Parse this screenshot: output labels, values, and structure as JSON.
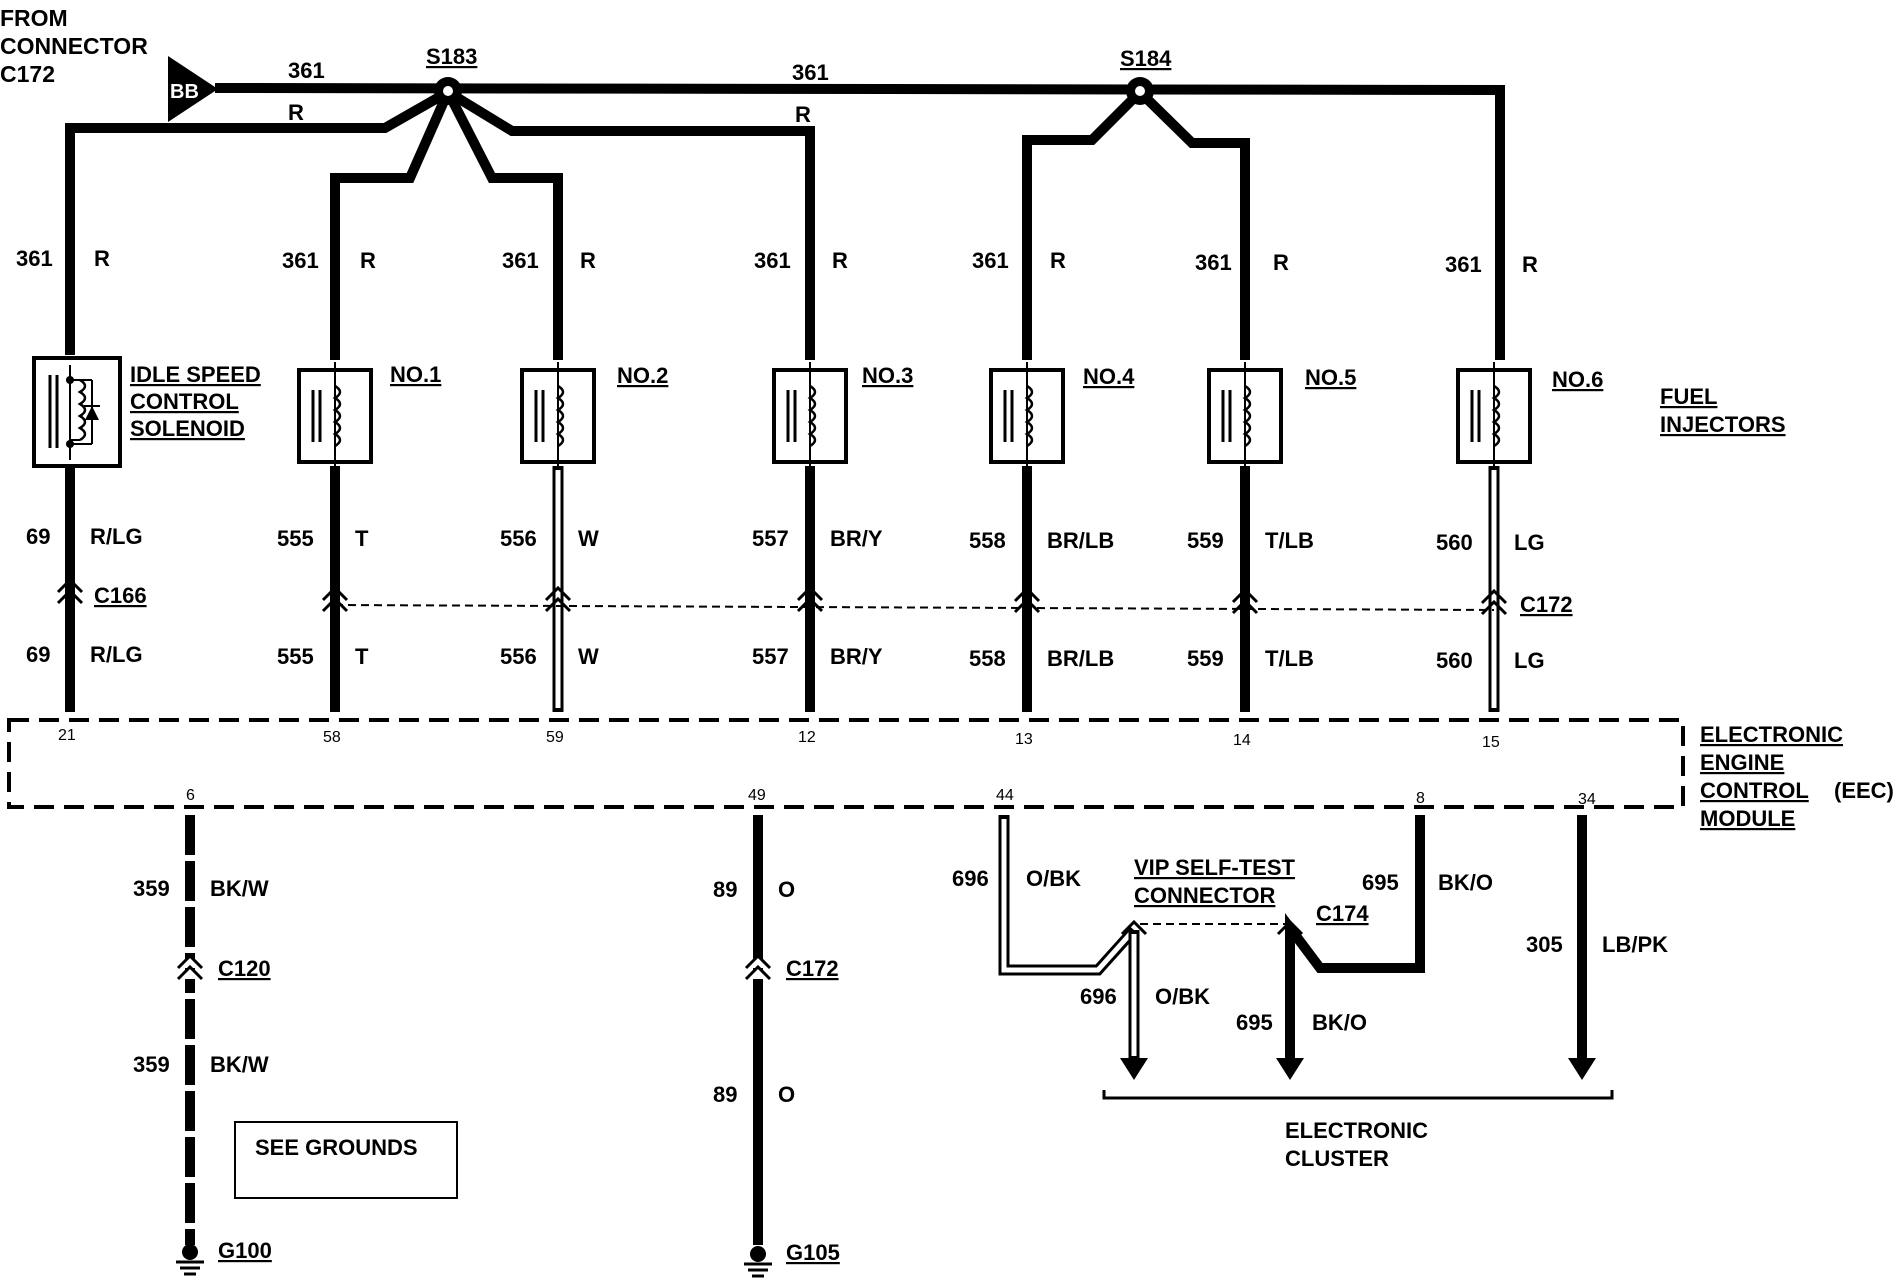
{
  "source": {
    "line1": "FROM",
    "line2": "CONNECTOR",
    "line3": "C172",
    "connector_code": "BB"
  },
  "splices": {
    "s183": "S183",
    "s184": "S184"
  },
  "feed": {
    "circuit": "361",
    "color": "R"
  },
  "components": {
    "idle_speed": {
      "line1": "IDLE SPEED",
      "line2": "CONTROL",
      "line3": "SOLENOID"
    },
    "inj1": "NO.1",
    "inj2": "NO.2",
    "inj3": "NO.3",
    "inj4": "NO.4",
    "inj5": "NO.5",
    "inj6": "NO.6",
    "fuel_injectors": {
      "line1": "FUEL",
      "line2": "INJECTORS"
    }
  },
  "wires_upper": [
    {
      "circuit": "69",
      "color": "R/LG"
    },
    {
      "circuit": "555",
      "color": "T"
    },
    {
      "circuit": "556",
      "color": "W"
    },
    {
      "circuit": "557",
      "color": "BR/Y"
    },
    {
      "circuit": "558",
      "color": "BR/LB"
    },
    {
      "circuit": "559",
      "color": "T/LB"
    },
    {
      "circuit": "560",
      "color": "LG"
    }
  ],
  "connectors": {
    "c166": "C166",
    "c172_top": "C172",
    "c120": "C120",
    "c172_mid": "C172",
    "c174": "C174"
  },
  "eec": {
    "line1": "ELECTRONIC",
    "line2": "ENGINE",
    "line3": "CONTROL",
    "line3b": "(EEC)",
    "line4": "MODULE"
  },
  "pins_top": [
    "21",
    "58",
    "59",
    "12",
    "13",
    "14",
    "15"
  ],
  "pins_bottom": [
    "6",
    "49",
    "44",
    "8",
    "34"
  ],
  "lower_wires": {
    "w359": {
      "circuit": "359",
      "color": "BK/W"
    },
    "w89": {
      "circuit": "89",
      "color": "O"
    },
    "w696": {
      "circuit": "696",
      "color": "O/BK"
    },
    "w695": {
      "circuit": "695",
      "color": "BK/O"
    },
    "w305": {
      "circuit": "305",
      "color": "LB/PK"
    }
  },
  "vip": {
    "line1": "VIP SELF-TEST",
    "line2": "CONNECTOR"
  },
  "see_grounds": "SEE GROUNDS",
  "grounds": {
    "g100": "G100",
    "g105": "G105"
  },
  "cluster": {
    "line1": "ELECTRONIC",
    "line2": "CLUSTER"
  }
}
